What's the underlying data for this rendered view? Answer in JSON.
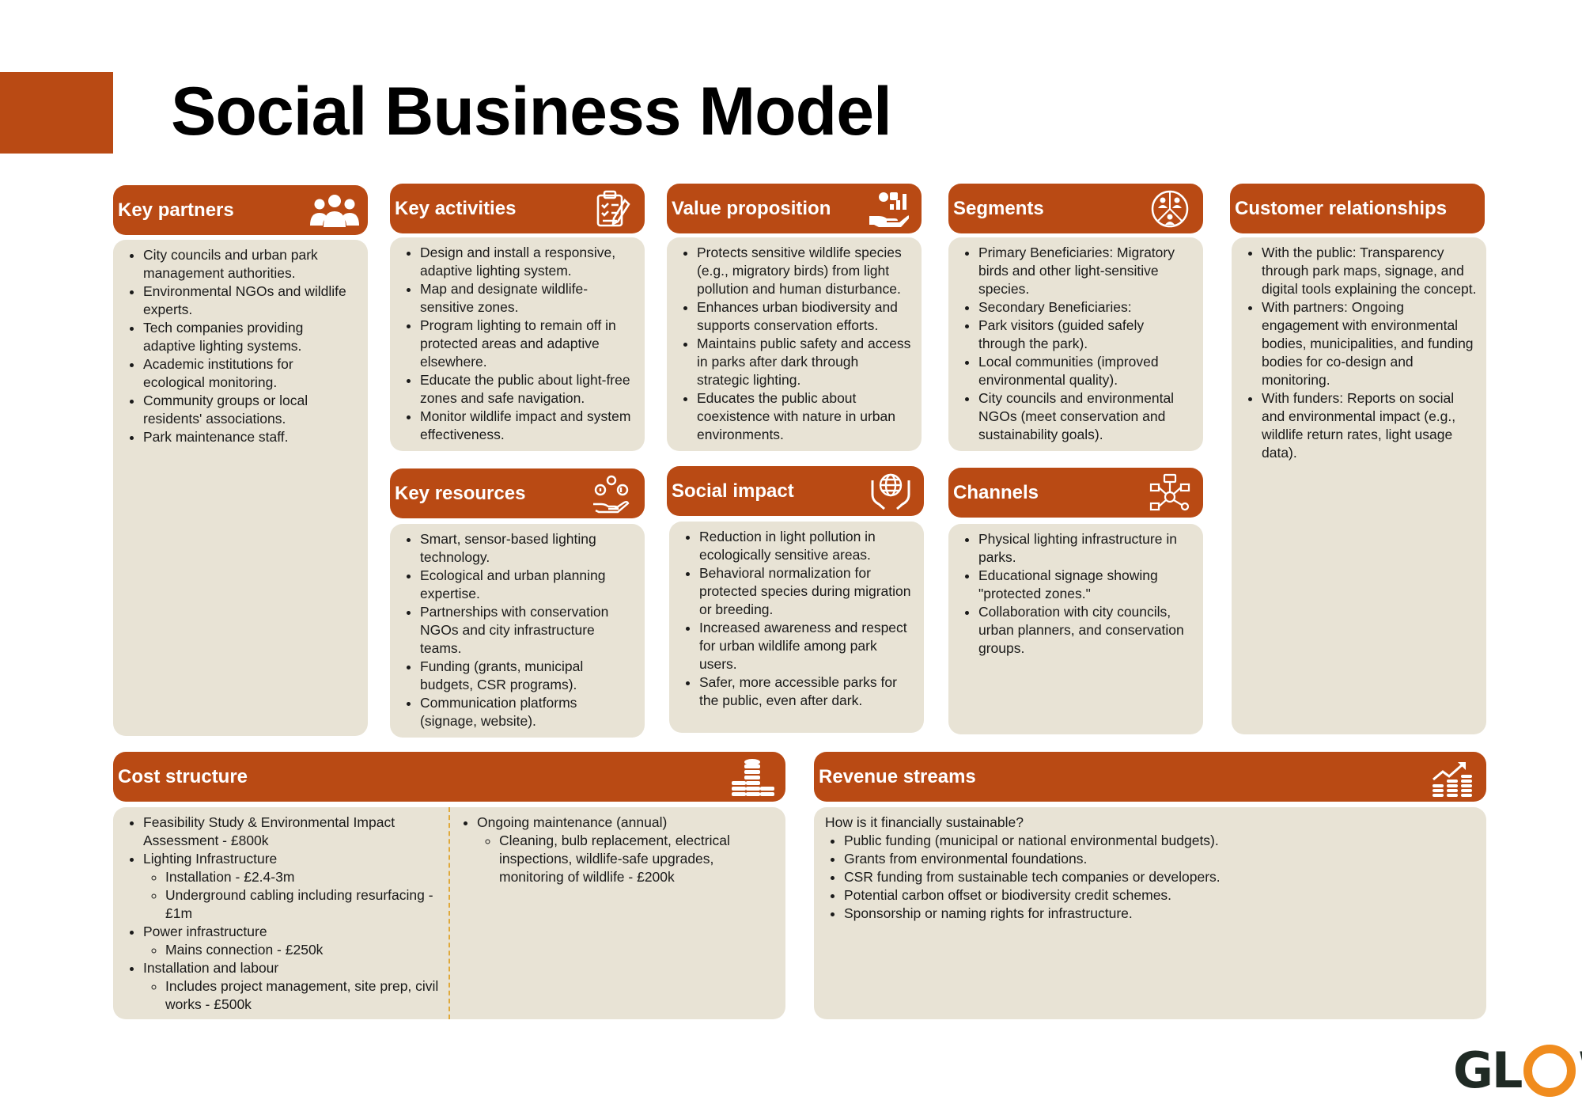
{
  "title": "Social Business Model",
  "colors": {
    "accent": "#B94A14",
    "panel": "#E8E3D5",
    "logo_dark": "#1F2A24",
    "logo_orange": "#F08C1E",
    "divider": "#E0A93B"
  },
  "sections": {
    "key_partners": {
      "title": "Key partners",
      "icon": "people-group-icon",
      "items": [
        "City councils and urban park management authorities.",
        "Environmental NGOs and wildlife experts.",
        "Tech companies providing adaptive lighting systems.",
        "Academic institutions for ecological monitoring.",
        "Community groups or local residents' associations.",
        "Park maintenance staff."
      ]
    },
    "key_activities": {
      "title": "Key activities",
      "icon": "clipboard-checklist-icon",
      "items": [
        "Design and install a responsive, adaptive lighting system.",
        "Map and designate wildlife-sensitive zones.",
        "Program lighting to remain off in protected areas and adaptive elsewhere.",
        "Educate the public about light-free zones and safe navigation.",
        "Monitor wildlife impact and system effectiveness."
      ]
    },
    "value_proposition": {
      "title": "Value proposition",
      "icon": "hand-growth-icon",
      "items": [
        "Protects sensitive wildlife species (e.g., migratory birds) from light pollution and human disturbance.",
        "Enhances urban biodiversity and supports conservation efforts.",
        "Maintains public safety and access in parks after dark through strategic lighting.",
        "Educates the public about coexistence with nature in urban environments."
      ]
    },
    "segments": {
      "title": "Segments",
      "icon": "segments-people-icon",
      "items": [
        "Primary Beneficiaries: Migratory birds and other light-sensitive species.",
        "Secondary Beneficiaries:",
        "Park visitors (guided safely through the park).",
        "Local communities (improved environmental quality).",
        "City councils and environmental NGOs (meet conservation and sustainability goals)."
      ]
    },
    "customer_relationships": {
      "title": "Customer relationships",
      "items": [
        "With the public: Transparency through park maps, signage, and digital tools explaining the concept.",
        "With partners: Ongoing engagement with environmental bodies, municipalities, and funding bodies for co-design and monitoring.",
        "With funders: Reports on social and environmental impact (e.g., wildlife return rates, light usage data)."
      ]
    },
    "key_resources": {
      "title": "Key resources",
      "icon": "resources-hand-icon",
      "items": [
        "Smart, sensor-based lighting technology.",
        "Ecological and urban planning expertise.",
        "Partnerships with conservation NGOs and city infrastructure teams.",
        "Funding (grants, municipal budgets, CSR programs).",
        "Communication platforms (signage, website)."
      ]
    },
    "social_impact": {
      "title": "Social impact",
      "icon": "globe-hands-icon",
      "items": [
        "Reduction in light pollution in ecologically sensitive areas.",
        "Behavioral normalization for protected species during migration or breeding.",
        "Increased awareness and respect for urban wildlife among park users.",
        "Safer, more accessible parks for the public, even after dark."
      ]
    },
    "channels": {
      "title": "Channels",
      "icon": "network-channels-icon",
      "items": [
        "Physical lighting infrastructure in parks.",
        "Educational signage showing \"protected zones.\"",
        "Collaboration with city councils, urban planners, and conservation groups."
      ]
    },
    "cost_structure": {
      "title": "Cost structure",
      "icon": "coin-stacks-icon",
      "left": {
        "study": "Feasibility Study & Environmental Impact Assessment - £800k",
        "lighting": "Lighting Infrastructure",
        "lighting_sub": [
          "Installation - £2.4-3m",
          "Underground cabling including resurfacing - £1m"
        ],
        "power": "Power infrastructure",
        "power_sub": [
          "Mains connection - £250k"
        ],
        "labour": "Installation and labour",
        "labour_sub": [
          "Includes project management, site prep, civil works - £500k"
        ]
      },
      "right": {
        "maintenance": "Ongoing maintenance (annual)",
        "maintenance_sub": [
          "Cleaning, bulb replacement, electrical inspections, wildlife-safe upgrades, monitoring of wildlife - £200k"
        ]
      }
    },
    "revenue_streams": {
      "title": "Revenue streams",
      "icon": "growth-coins-chart-icon",
      "intro": "How is it financially sustainable?",
      "items": [
        "Public funding (municipal or national environmental budgets).",
        "Grants from environmental foundations.",
        "CSR funding from sustainable tech companies or developers.",
        "Potential carbon offset or biodiversity credit schemes.",
        "Sponsorship or naming rights for infrastructure."
      ]
    }
  },
  "logo": {
    "text_left": "GL",
    "text_right": "W"
  }
}
